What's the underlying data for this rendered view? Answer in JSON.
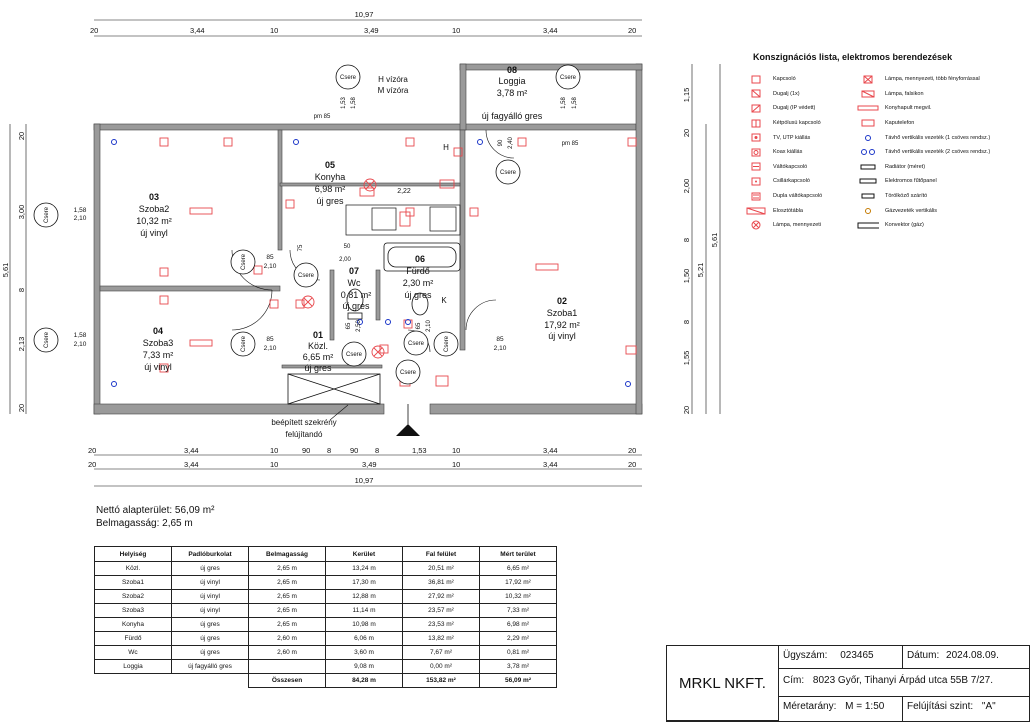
{
  "dimensions": {
    "top_total": "10,97",
    "top_chain": [
      "20",
      "3,44",
      "10",
      "3,49",
      "10",
      "3,44",
      "20"
    ],
    "bottom_chain1": [
      "20",
      "3,44",
      "10",
      "90",
      "8",
      "90",
      "8",
      "1,53",
      "10",
      "3,44",
      "20"
    ],
    "bottom_chain2": [
      "20",
      "3,44",
      "10",
      "3,49",
      "10",
      "3,44",
      "20"
    ],
    "bottom_total": "10,97",
    "left_outer": "5,61",
    "left_inner": [
      "20",
      "3,00",
      "8",
      "2,13",
      "20"
    ],
    "right_chain1": [
      "1,15",
      "20",
      "2,00",
      "8",
      "1,50",
      "8",
      "1,55",
      "20"
    ],
    "right_chain2": [
      "5,21",
      "5,61"
    ]
  },
  "rooms": [
    {
      "num": "03",
      "name": "Szoba2",
      "area": "10,32 m²",
      "floor": "új vinyl"
    },
    {
      "num": "04",
      "name": "Szoba3",
      "area": "7,33 m²",
      "floor": "új vinyl"
    },
    {
      "num": "05",
      "name": "Konyha",
      "area": "6,98 m²",
      "floor": "új gres"
    },
    {
      "num": "08",
      "name": "Loggia",
      "area": "3,78 m²",
      "floor": "új fagyálló gres"
    },
    {
      "num": "07",
      "name": "Wc",
      "area": "0,81 m²",
      "floor": "új gres"
    },
    {
      "num": "06",
      "name": "Fürdő",
      "area": "2,30 m²",
      "floor": "új gres"
    },
    {
      "num": "01",
      "name": "Közl.",
      "area": "6,65 m²",
      "floor": "új gres"
    },
    {
      "num": "02",
      "name": "Szoba1",
      "area": "17,92 m²",
      "floor": "új vinyl"
    }
  ],
  "plan_labels": {
    "csere": "Csere",
    "h_vizora": "H vízóra",
    "m_vizora": "M vízóra",
    "pm85": "pm 85",
    "kitchen_width": "2,22",
    "win_158": "1,58",
    "win_210": "2,10",
    "win_85": "85",
    "win_153": "1,53",
    "win_240": "2,40",
    "win_90": "90",
    "door_75": "75",
    "door_200": "2,00",
    "door_50": "50",
    "door_65": "65",
    "door_250": "2,50",
    "door_210b": "2,10",
    "built_in_1": "beépített szekrény",
    "built_in_2": "felújítandó",
    "h_mark": "H",
    "k_mark": "K"
  },
  "legend": {
    "title": "Konszignációs lista, elektromos berendezések",
    "left": [
      "Kapcsoló",
      "Dugalj (1x)",
      "Dugalj (IP védett)",
      "Kétpólusú kapcsoló",
      "TV, UTP kiállás",
      "Koax kiállás",
      "Váltókapcsoló",
      "Csillárkapcsoló",
      "Dupla váltókapcsoló",
      "Elosztótábla",
      "Lámpa, mennyezeti"
    ],
    "right": [
      "Lámpa, mennyezeti, több fényforrással",
      "Lámpa, falsikon",
      "Konyhapult megvil.",
      "Kaputelefon",
      "Távhő vertikális vezeték (1 csöves rendsz.)",
      "Távhő vertikális vezeték (2 csöves rendsz.)",
      "Radiátor (méret)",
      "Elektromos fűtőpanel",
      "Törölköző szárító",
      "Gázvezeték vertikális",
      "Konvektor (gáz)"
    ]
  },
  "summary": {
    "net_area": "Nettó alapterület: 56,09 m²",
    "ceiling": "Belmagasság: 2,65 m"
  },
  "table": {
    "headers": [
      "Helyiség",
      "Padlóburkolat",
      "Belmagasság",
      "Kerület",
      "Fal felület",
      "Mért terület"
    ],
    "rows": [
      [
        "Közl.",
        "új gres",
        "2,65 m",
        "13,24 m",
        "20,51 m²",
        "6,65 m²"
      ],
      [
        "Szoba1",
        "új vinyl",
        "2,65 m",
        "17,30 m",
        "36,81 m²",
        "17,92 m²"
      ],
      [
        "Szoba2",
        "új vinyl",
        "2,65 m",
        "12,88 m",
        "27,92 m²",
        "10,32 m²"
      ],
      [
        "Szoba3",
        "új vinyl",
        "2,65 m",
        "11,14 m",
        "23,57 m²",
        "7,33 m²"
      ],
      [
        "Konyha",
        "új gres",
        "2,65 m",
        "10,98 m",
        "23,53 m²",
        "6,98 m²"
      ],
      [
        "Fürdő",
        "új gres",
        "2,60 m",
        "6,06 m",
        "13,82 m²",
        "2,29 m²"
      ],
      [
        "Wc",
        "új gres",
        "2,60 m",
        "3,60 m",
        "7,67 m²",
        "0,81 m²"
      ],
      [
        "Loggia",
        "új fagyálló gres",
        "",
        "9,08 m",
        "0,00 m²",
        "3,78 m²"
      ]
    ],
    "total_label": "Összesen",
    "totals": [
      "84,28 m",
      "153,82 m²",
      "56,09 m²"
    ]
  },
  "title_block": {
    "company": "MRKL NKFT.",
    "case_label": "Ügyszám:",
    "case_value": "023465",
    "date_label": "Dátum:",
    "date_value": "2024.08.09.",
    "address_label": "Cím:",
    "address_value": "8023 Győr, Tihanyi Árpád utca 55B 7/27.",
    "scale_label": "Méretarány:",
    "scale_value": "M = 1:50",
    "level_label": "Felújítási szint:",
    "level_value": "\"A\""
  },
  "colors": {
    "symbol": "#e8474c",
    "blue": "#1a35c8",
    "wall": "#999999",
    "line": "#111111"
  }
}
